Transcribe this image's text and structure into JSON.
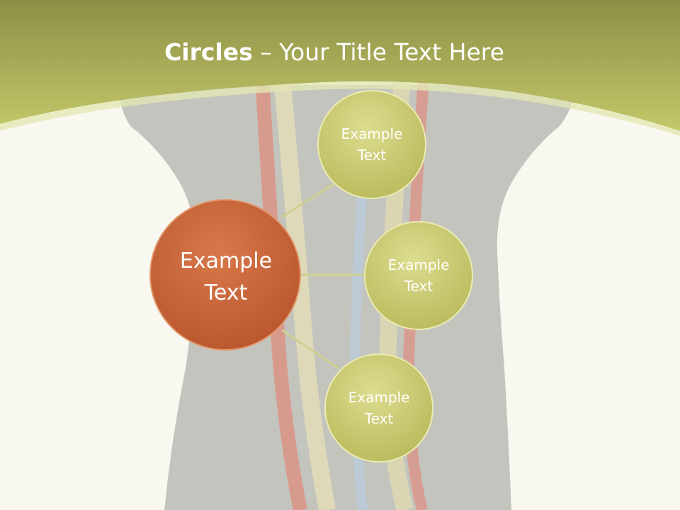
{
  "title": {
    "bold": "Circles",
    "separator": " – ",
    "rest": "Your Title Text Here"
  },
  "diagram": {
    "center": {
      "line1": "Example",
      "line2": "Text"
    },
    "satellites": [
      {
        "line1": "Example",
        "line2": "Text"
      },
      {
        "line1": "Example",
        "line2": "Text"
      },
      {
        "line1": "Example",
        "line2": "Text"
      }
    ]
  },
  "colors": {
    "header": "#9aa243",
    "center_circle": "#c9643b",
    "satellite_circle": "#cfcf7a",
    "connector": "#c8c98a",
    "background": "#f8f8f1"
  }
}
